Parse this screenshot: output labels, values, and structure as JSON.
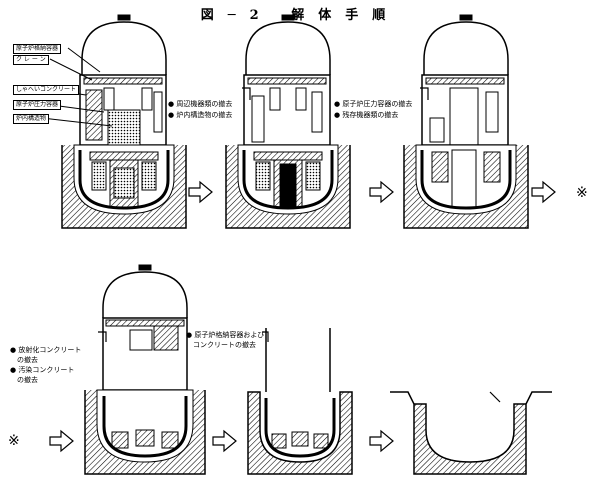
{
  "figure": {
    "title": "図─2 解体手順"
  },
  "callouts": {
    "containment": "原子炉格納容器",
    "crane": "ク レ ー ン",
    "shield_concrete": "しゃへいコンクリート",
    "reactor_vessel": "原子炉圧力容器",
    "internals": "炉内構造物"
  },
  "steps": [
    {
      "id": "step1",
      "notes": [
        "● 周辺機器類の撤去",
        "● 炉内構造物の撤去"
      ]
    },
    {
      "id": "step2",
      "notes": [
        "● 原子炉圧力容器の撤去",
        "● 残存機器類の撤去"
      ]
    },
    {
      "id": "step3",
      "notes": []
    },
    {
      "id": "step4",
      "notes": [
        "● 放射化コンクリート",
        "　の撤去",
        "● 汚染コンクリート",
        "　の撤去"
      ]
    },
    {
      "id": "step5",
      "notes": [
        "● 原子炉格納容器および",
        "　コンクリートの撤去"
      ]
    },
    {
      "id": "step6",
      "notes": []
    }
  ],
  "continuation_mark": "※"
}
